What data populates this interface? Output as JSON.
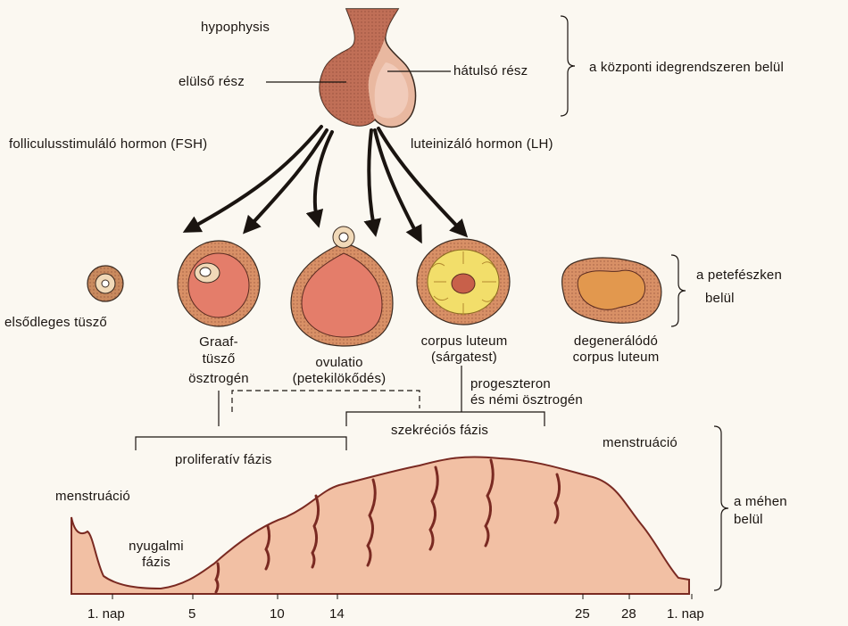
{
  "pituitary": {
    "title": "hypophysis",
    "anterior": "elülső rész",
    "posterior": "hátulsó rész",
    "region": "a központi idegrendszeren belül"
  },
  "hormones": {
    "fsh": "folliculusstimuláló hormon (FSH)",
    "lh": "luteinizáló hormon (LH)"
  },
  "ovary": {
    "region_line1": "a petefészken",
    "region_line2": "belül",
    "stages": {
      "primary": "elsődleges tüsző",
      "graaf_line1": "Graaf-",
      "graaf_line2": "tüsző",
      "ovulation_line1": "ovulatio",
      "ovulation_line2": "(petekilökődés)",
      "corpus_line1": "corpus luteum",
      "corpus_line2": "(sárgatest)",
      "degen_line1": "degenerálódó",
      "degen_line2": "corpus luteum"
    },
    "estrogen": "ösztrogén",
    "progesterone_line1": "progeszteron",
    "progesterone_line2": "és némi ösztrogén"
  },
  "uterus": {
    "region_line1": "a méhen",
    "region_line2": "belül",
    "menstruation_left": "menstruáció",
    "menstruation_right": "menstruáció",
    "rest_line1": "nyugalmi",
    "rest_line2": "fázis",
    "proliferative": "proliferatív fázis",
    "secretory": "szekréciós fázis"
  },
  "days": [
    "1. nap",
    "5",
    "10",
    "14",
    "25",
    "28",
    "1. nap"
  ],
  "colors": {
    "endometrium": "#f2c0a4",
    "gland": "#7a2a22",
    "follicle_outer": "#d89066",
    "follicle_inner": "#e47d6a",
    "luteum": "#f2de6a",
    "line": "#1a1410"
  }
}
